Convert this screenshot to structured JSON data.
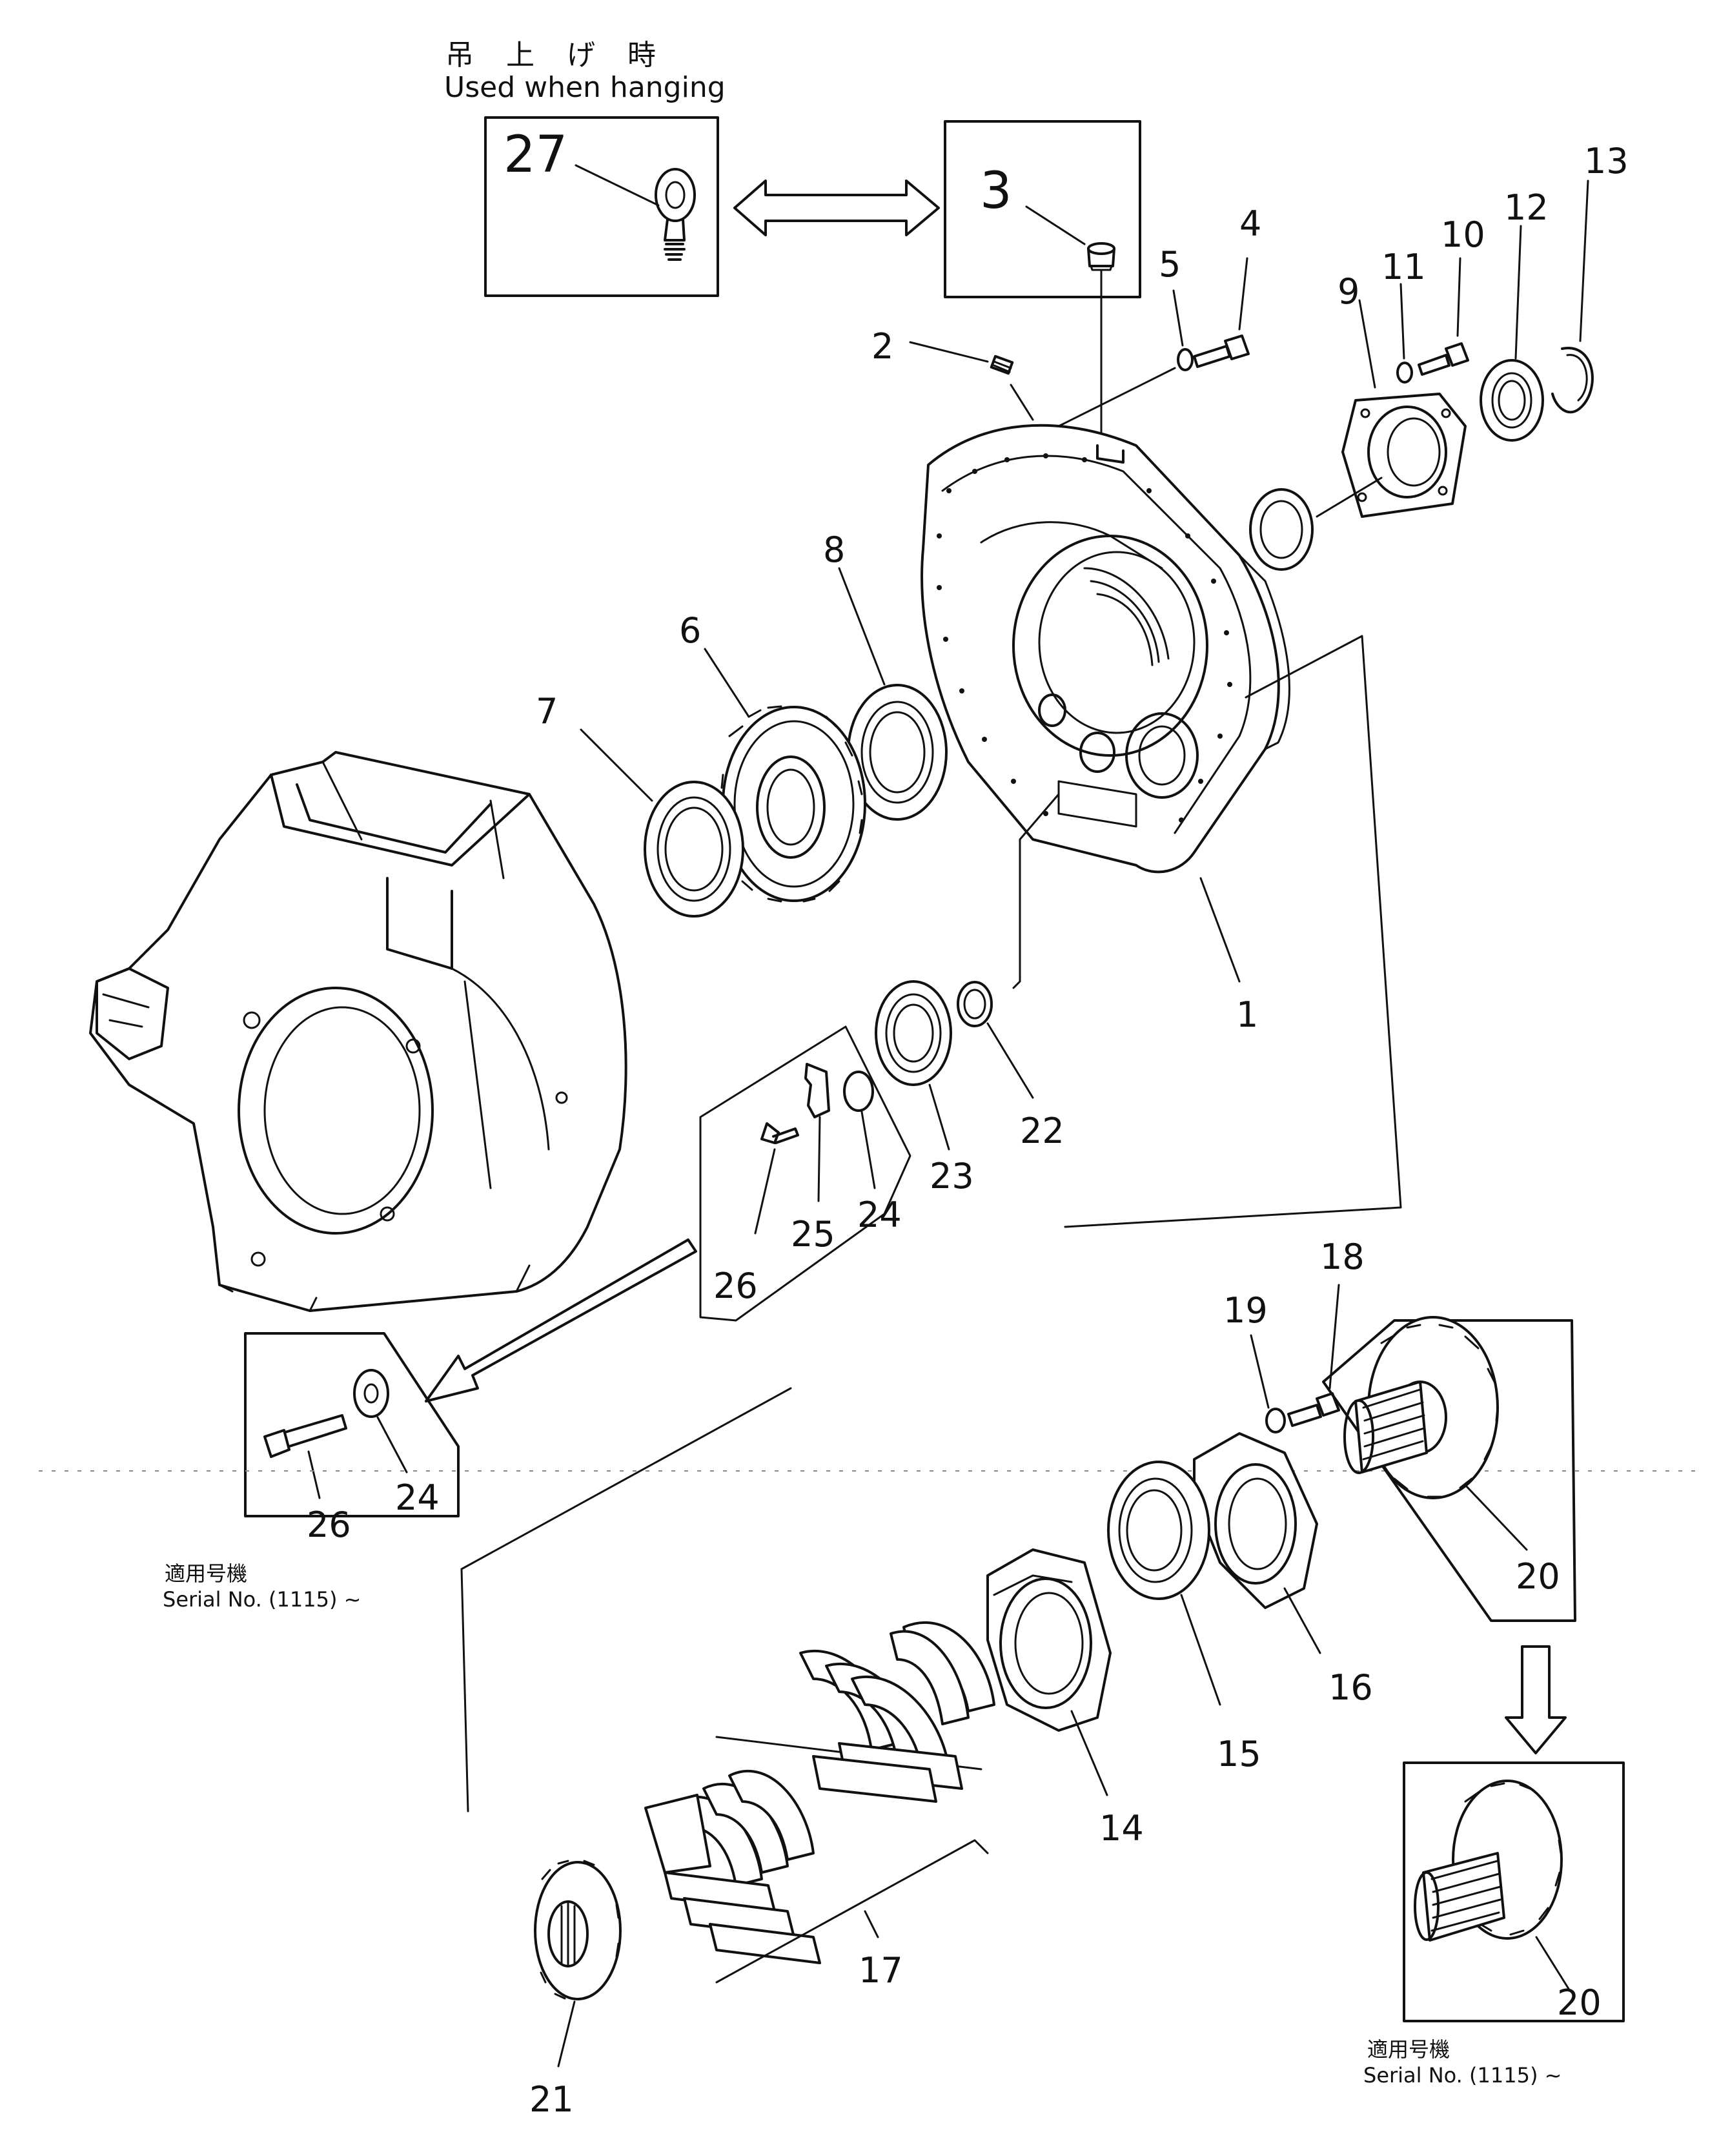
{
  "header": {
    "japanese_caption": "吊 上 げ 時",
    "english_caption": "Used when hanging"
  },
  "serial_notes": [
    {
      "japanese": "適用号機",
      "english": "Serial  No. (1115) ~"
    },
    {
      "japanese": "適用号機",
      "english": "Serial  No. (1115) ~"
    }
  ],
  "part_labels": {
    "p1": "1",
    "p2": "2",
    "p3": "3",
    "p4": "4",
    "p5": "5",
    "p6": "6",
    "p7": "7",
    "p8": "8",
    "p9": "9",
    "p10": "10",
    "p11": "11",
    "p12": "12",
    "p13": "13",
    "p14": "14",
    "p15": "15",
    "p16": "16",
    "p17": "17",
    "p18": "18",
    "p19": "19",
    "p20a": "20",
    "p20b": "20",
    "p21": "21",
    "p22": "22",
    "p23": "23",
    "p24a": "24",
    "p24b": "24",
    "p25": "25",
    "p26a": "26",
    "p26b": "26",
    "p27": "27"
  }
}
